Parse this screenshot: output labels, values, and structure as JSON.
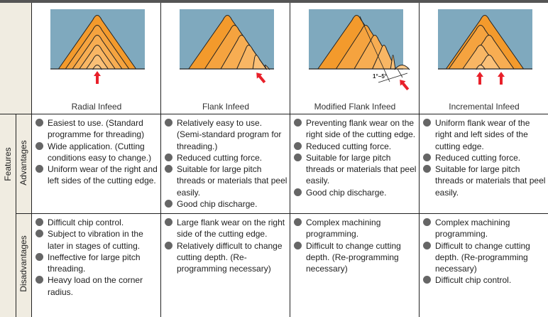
{
  "row_labels": {
    "features": "Features",
    "advantages": "Advantages",
    "disadvantages": "Disadvantages"
  },
  "methods": [
    {
      "title": "Radial Infeed",
      "advantages": [
        "Easiest to use. (Standard programme for threading)",
        "Wide application. (Cutting conditions easy to change.)",
        "Uniform wear of the right and left sides of the cutting edge."
      ],
      "disadvantages": [
        "Difficult chip control.",
        "Subject to vibration in the later in stages of cutting.",
        "Ineffective for large pitch threading.",
        "Heavy load on the corner radius."
      ]
    },
    {
      "title": "Flank Infeed",
      "advantages": [
        "Relatively easy to use. (Semi-standard program for threading.)",
        "Reduced cutting force.",
        "Suitable for large pitch threads or materials that peel easily.",
        "Good chip discharge."
      ],
      "disadvantages": [
        "Large flank wear on the right side of the cutting edge.",
        "Relatively difficult to change cutting depth. (Re-programming necessary)"
      ]
    },
    {
      "title": "Modified Flank Infeed",
      "angle_label": "1°−5°",
      "advantages": [
        "Preventing flank wear on the right side of the cutting edge.",
        "Reduced cutting force.",
        "Suitable for large pitch threads or materials that peel easily.",
        "Good chip discharge."
      ],
      "disadvantages": [
        "Complex machining programming.",
        "Difficult to change cutting depth. (Re-programming necessary)"
      ]
    },
    {
      "title": "Incremental Infeed",
      "advantages": [
        "Uniform flank wear of the right and left sides of the cutting edge.",
        "Reduced cutting force.",
        "Suitable for large pitch threads or materials that peel easily."
      ],
      "disadvantages": [
        "Complex machining programming.",
        "Difficult to change cutting depth. (Re-programming necessary)",
        "Difficult chip control."
      ]
    }
  ],
  "colors": {
    "background_blue": "#7fa9be",
    "orange_dark": "#f39a2c",
    "orange_light": "#fcc98a",
    "arrow_red": "#e8202a",
    "beige": "#f0ece1"
  }
}
